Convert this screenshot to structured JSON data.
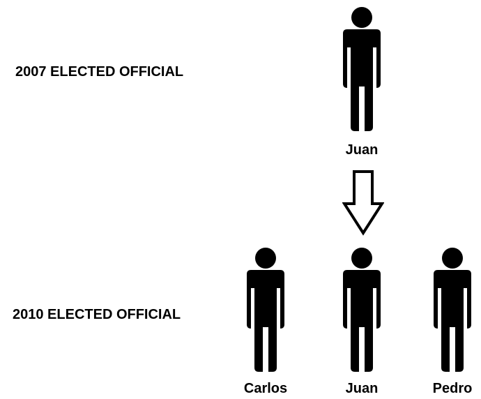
{
  "rows": {
    "top_label": "2007 ELECTED OFFICIAL",
    "bottom_label": "2010 ELECTED OFFICIAL"
  },
  "people": {
    "top": "Juan",
    "bottom": [
      "Carlos",
      "Juan",
      "Pedro"
    ]
  },
  "icons": {
    "person": "person-icon",
    "arrow": "down-arrow-icon"
  },
  "colors": {
    "figure": "#000000",
    "background": "#ffffff"
  }
}
